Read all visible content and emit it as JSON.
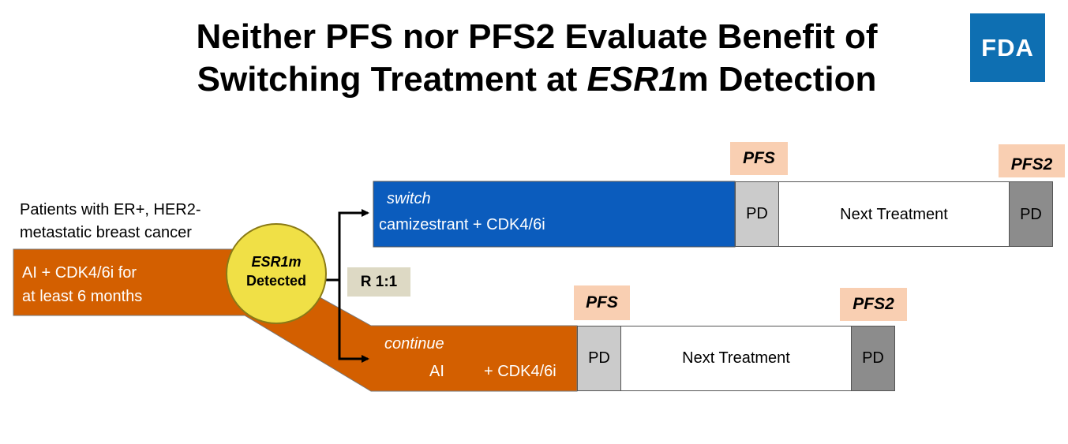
{
  "title": {
    "line1": "Neither PFS nor PFS2 Evaluate Benefit of",
    "line2_prefix": "Switching Treatment at ",
    "line2_italic": "ESR1",
    "line2_suffix": "m Detection"
  },
  "logo": {
    "text": "FDA",
    "color": "#0e6fb2"
  },
  "population": {
    "line1": "Patients with ER+, HER2-",
    "line2": "metastatic breast cancer"
  },
  "entry_arm": {
    "line1": "AI + CDK4/6i for",
    "line2": "at least 6 months",
    "color": "#d35f00"
  },
  "esr1_marker": {
    "line1": "ESR1m",
    "line2": "Detected",
    "color": "#f0e046"
  },
  "randomization": {
    "label": "R 1:1",
    "color": "#ddd9c4"
  },
  "switch_arm": {
    "label": "switch",
    "treatment": "camizestrant + CDK4/6i",
    "pd1": "PD",
    "next": "Next Treatment",
    "pd2": "PD",
    "pfs_label": "PFS",
    "pfs2_label": "PFS2",
    "color": "#0b5cbd"
  },
  "continue_arm": {
    "label": "continue",
    "treatment_a": "AI",
    "treatment_b": "+ CDK4/6i",
    "pd1": "PD",
    "next": "Next Treatment",
    "pd2": "PD",
    "pfs_label": "PFS",
    "pfs2_label": "PFS2",
    "color": "#d35f00"
  },
  "colors": {
    "pd_light": "#cbcbcb",
    "pd_dark": "#8c8c8c",
    "tag_bg": "#f9cfb2"
  }
}
